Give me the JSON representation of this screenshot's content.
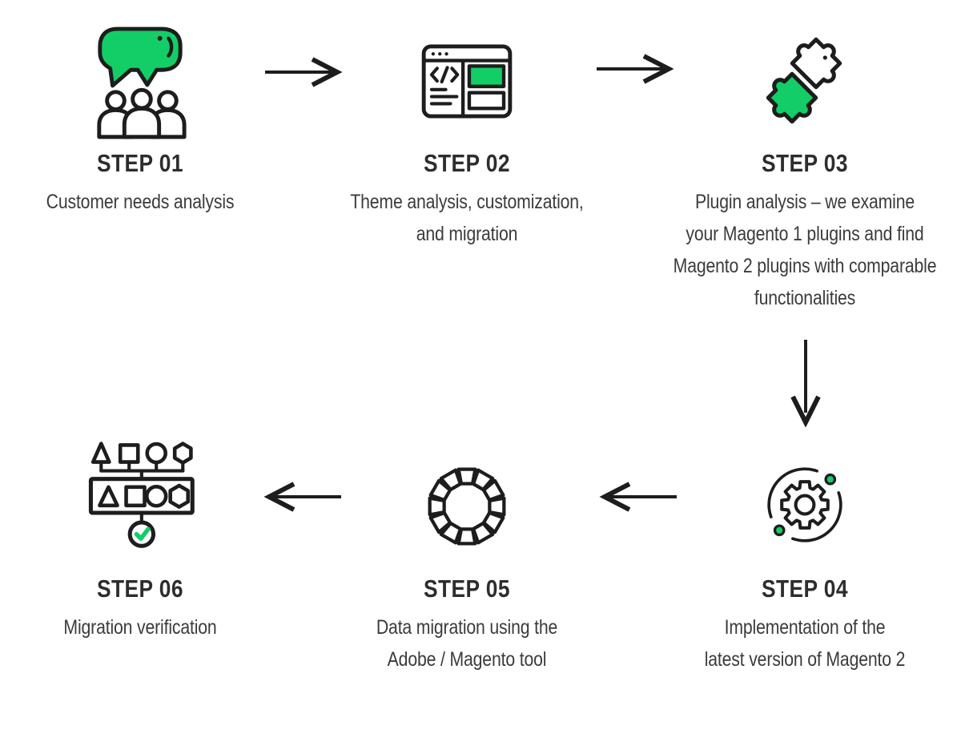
{
  "colors": {
    "accent": "#13ce66",
    "accent_mid": "#79e6ad",
    "accent_pale": "#b2f3d3",
    "ink": "#1d1d1d",
    "heading_text": "#2d2d2d",
    "body_text": "#3b3b3b"
  },
  "spinner_segments": [
    "#13ce66",
    "#13ce66",
    "#13ce66",
    "#b2f3d3",
    "#79e6ad",
    "#ffffff",
    "#ffffff",
    "#ffffff",
    "#ffffff",
    "#ffffff",
    "#13ce66",
    "#13ce66"
  ],
  "steps": [
    {
      "title": "STEP 01",
      "icon": "customer-chat-people-icon",
      "lines": [
        "Customer needs analysis"
      ]
    },
    {
      "title": "STEP 02",
      "icon": "browser-code-theme-icon",
      "lines": [
        "Theme analysis, customization,",
        "and migration"
      ]
    },
    {
      "title": "STEP 03",
      "icon": "puzzle-plugins-icon",
      "lines": [
        "Plugin analysis – we examine",
        "your Magento 1 plugins and find",
        "Magento 2 plugins with comparable",
        "functionalities"
      ]
    },
    {
      "title": "STEP 04",
      "icon": "gear-orbit-icon",
      "lines": [
        "Implementation of the",
        "latest version of Magento 2"
      ]
    },
    {
      "title": "STEP 05",
      "icon": "loading-spinner-icon",
      "lines": [
        "Data migration using the",
        "Adobe / Magento tool"
      ]
    },
    {
      "title": "STEP 06",
      "icon": "flowchart-check-icon",
      "lines": [
        "Migration verification"
      ]
    }
  ]
}
